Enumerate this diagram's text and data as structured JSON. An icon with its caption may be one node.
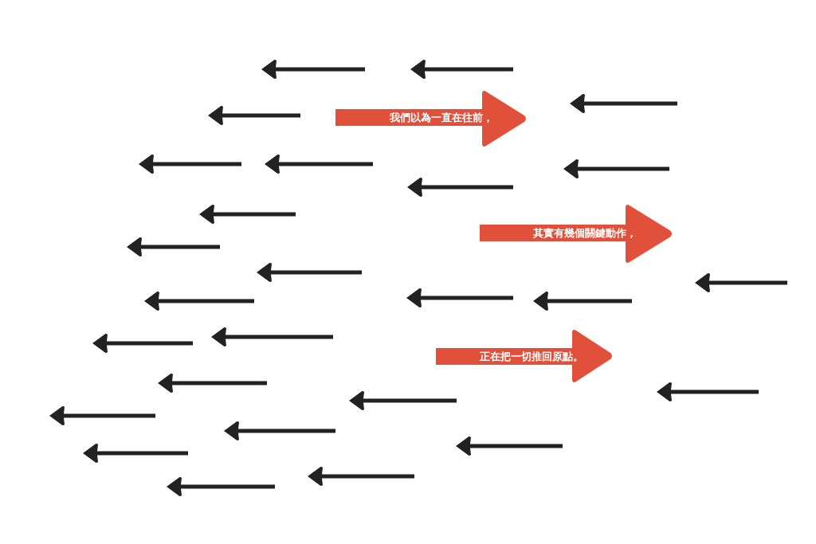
{
  "diagram": {
    "nodes": [
      {
        "text": [
          "我們以為一直在往前，"
        ]
      },
      {
        "text": [
          "其實有幾個關鍵動作，"
        ]
      },
      {
        "text": [
          "正在把一切推回原點。"
        ]
      }
    ]
  }
}
